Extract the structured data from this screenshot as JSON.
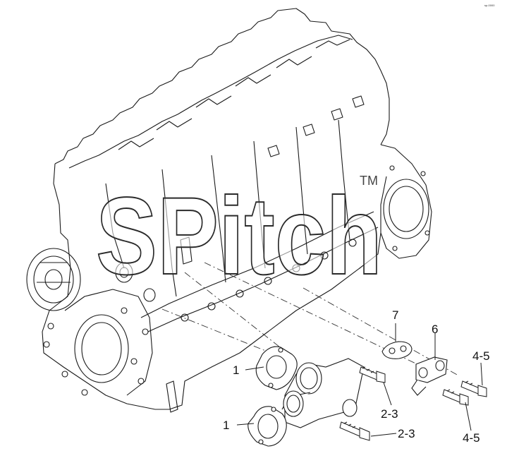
{
  "corner_code": "sp-0000",
  "watermark": {
    "text": "SPitch",
    "trademark": "TM"
  },
  "callouts": [
    {
      "id": "c1a",
      "text": "1"
    },
    {
      "id": "c1b",
      "text": "1"
    },
    {
      "id": "c7",
      "text": "7"
    },
    {
      "id": "c6",
      "text": "6"
    },
    {
      "id": "c23a",
      "text": "2-3"
    },
    {
      "id": "c23b",
      "text": "2-3"
    },
    {
      "id": "c45a",
      "text": "4-5"
    },
    {
      "id": "c45b",
      "text": "4-5"
    }
  ]
}
